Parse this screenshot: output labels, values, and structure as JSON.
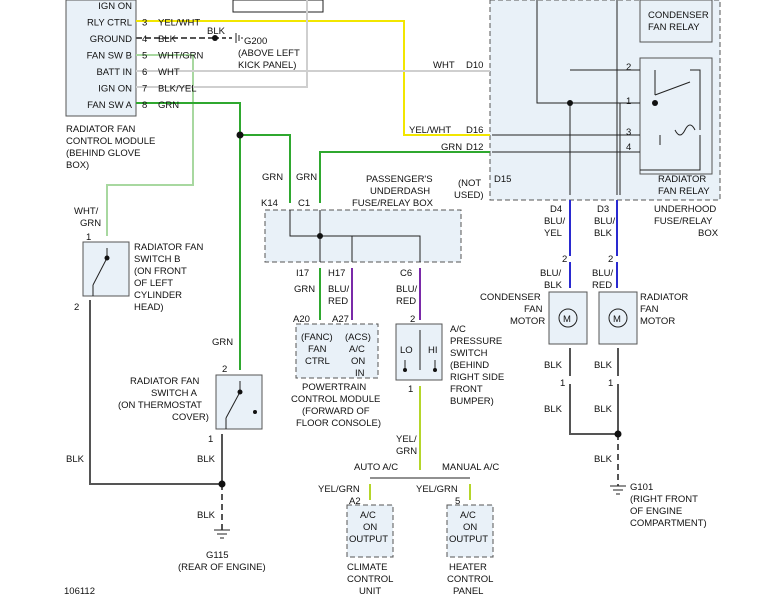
{
  "figure_id": "106112",
  "colors": {
    "grn": "#2fa82f",
    "yel": "#f2e600",
    "blk": "#555555",
    "wht": "#cfcfcf",
    "whtgrn": "#a8d8a0",
    "yelgrn": "#b5d62a",
    "purple": "#7a2aa8",
    "blue": "#2a2ad0",
    "box_fill": "#e9f1f8"
  },
  "rfcm": {
    "pins": [
      {
        "pin": "",
        "label": "IGN ON",
        "wire": ""
      },
      {
        "pin": "3",
        "label": "RLY CTRL",
        "wire": "YEL/WHT"
      },
      {
        "pin": "4",
        "label": "GROUND",
        "wire": "BLK"
      },
      {
        "pin": "5",
        "label": "FAN SW B",
        "wire": "WHT/GRN"
      },
      {
        "pin": "6",
        "label": "BATT IN",
        "wire": "WHT"
      },
      {
        "pin": "7",
        "label": "IGN ON",
        "wire": "BLK/YEL"
      },
      {
        "pin": "8",
        "label": "FAN SW A",
        "wire": "GRN"
      }
    ],
    "caption": [
      "RADIATOR FAN",
      "CONTROL MODULE",
      "(BEHIND GLOVE",
      "BOX)"
    ],
    "ground_wire": "BLK",
    "ground_ref": "G200",
    "ground_caption": [
      "(ABOVE LEFT",
      "KICK PANEL)"
    ]
  },
  "underhood": {
    "condenser_relay": [
      "CONDENSER",
      "FAN RELAY"
    ],
    "radiator_relay": [
      "RADIATOR",
      "FAN RELAY"
    ],
    "caption": [
      "UNDERHOOD",
      "FUSE/RELAY",
      "BOX"
    ],
    "pins": [
      {
        "id": "D10",
        "wire": "WHT"
      },
      {
        "id": "D16",
        "wire": "YEL/WHT"
      },
      {
        "id": "D12",
        "wire": "GRN"
      },
      {
        "id": "D15",
        "wire": ""
      }
    ],
    "not_used": [
      "(NOT",
      "USED)"
    ],
    "condenser_pins": [
      "2",
      "1"
    ],
    "radiator_pins": [
      "3",
      "4"
    ],
    "d4": [
      "D4",
      "BLU/",
      "YEL"
    ],
    "d3": [
      "D3",
      "BLU/",
      "BLK"
    ]
  },
  "splice_wires": [
    "GRN",
    "GRN"
  ],
  "pass_box": {
    "caption": [
      "PASSENGER'S",
      "UNDERDASH",
      "FUSE/RELAY BOX"
    ],
    "pins_top": [
      "K14",
      "C1"
    ],
    "pins_bottom": [
      "I17",
      "H17",
      "C6"
    ],
    "wire_i17": "GRN",
    "wire_h17": [
      "BLU/",
      "RED"
    ],
    "wire_c6": [
      "BLU/",
      "RED"
    ]
  },
  "fan_switch_b": {
    "wire": [
      "WHT/",
      "GRN"
    ],
    "pin_top": "1",
    "pin_bottom": "2",
    "caption": [
      "RADIATOR FAN",
      "SWITCH B",
      "(ON FRONT",
      "OF LEFT",
      "CYLINDER",
      "HEAD)"
    ]
  },
  "fan_switch_a": {
    "wire": "GRN",
    "pin_top": "2",
    "pin_bottom": "1",
    "caption": [
      "RADIATOR FAN",
      "SWITCH A",
      "(ON THERMOSTAT",
      "COVER)"
    ],
    "wire_bottom": "BLK"
  },
  "pcm": {
    "pins": [
      "A20",
      "A27"
    ],
    "fanc": [
      "(FANC)",
      "FAN",
      "CTRL"
    ],
    "acs": [
      "(ACS)",
      "A/C",
      "ON",
      "IN"
    ],
    "caption": [
      "POWERTRAIN",
      "CONTROL MODULE",
      "(FORWARD OF",
      "FLOOR CONSOLE)"
    ]
  },
  "ac_switch": {
    "lo": "LO",
    "hi": "HI",
    "pin_top": "2",
    "pin_bottom": "1",
    "caption": [
      "A/C",
      "PRESSURE",
      "SWITCH",
      "(BEHIND",
      "RIGHT SIDE",
      "FRONT",
      "BUMPER)"
    ],
    "wire_out": [
      "YEL/",
      "GRN"
    ]
  },
  "auto_ac": "AUTO A/C",
  "manual_ac": "MANUAL A/C",
  "ccu": {
    "wire": "YEL/GRN",
    "pin": "A2",
    "label": [
      "A/C",
      "ON",
      "OUTPUT"
    ],
    "caption": [
      "CLIMATE",
      "CONTROL",
      "UNIT"
    ]
  },
  "hcp": {
    "wire": "YEL/GRN",
    "pin": "5",
    "label": [
      "A/C",
      "ON",
      "OUTPUT"
    ],
    "caption": [
      "HEATER",
      "CONTROL",
      "PANEL"
    ]
  },
  "condenser_motor": {
    "pin_top": "2",
    "pin_bottom": "1",
    "wire_in": [
      "BLU/",
      "BLK"
    ],
    "caption": [
      "CONDENSER",
      "FAN",
      "MOTOR"
    ],
    "wire_out": "BLK",
    "wire_out2": "BLK"
  },
  "radiator_motor": {
    "pin_top": "2",
    "pin_bottom": "1",
    "wire_in": [
      "BLU/",
      "RED"
    ],
    "caption": [
      "RADIATOR",
      "FAN",
      "MOTOR"
    ],
    "wire_out": "BLK",
    "wire_out2": "BLK"
  },
  "motor_symbol": "M",
  "g101": {
    "ref": "G101",
    "caption": [
      "(RIGHT FRONT",
      "OF ENGINE",
      "COMPARTMENT)"
    ],
    "wire": "BLK"
  },
  "g115": {
    "ref": "G115",
    "caption": "(REAR OF ENGINE)",
    "wire": "BLK"
  },
  "left_blk": "BLK"
}
